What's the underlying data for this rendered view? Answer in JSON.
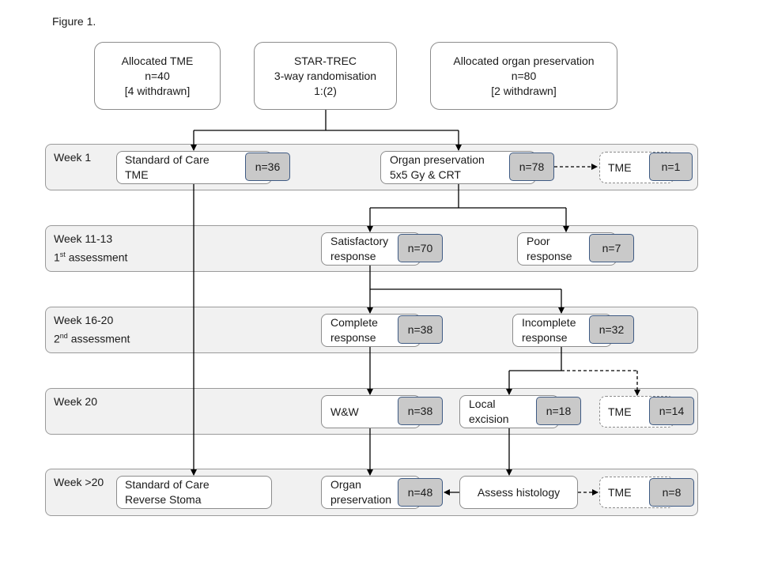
{
  "figure_label": "Figure 1.",
  "top": {
    "left": [
      "Allocated TME",
      "n=40",
      "[4 withdrawn]"
    ],
    "center": [
      "STAR-TREC",
      "3-way randomisation",
      "1:(2)"
    ],
    "right": [
      "Allocated organ preservation",
      "n=80",
      "[2 withdrawn]"
    ]
  },
  "weeks": {
    "w1": "Week 1",
    "w11_title": "Week 11-13",
    "w11_sub_num": "1",
    "w11_sub_sup": "st",
    "w11_sub_rest": " assessment",
    "w16_title": "Week 16-20",
    "w16_sub_num": "2",
    "w16_sub_sup": "nd",
    "w16_sub_rest": " assessment",
    "w20": "Week 20",
    "w20plus": "Week >20"
  },
  "boxes": {
    "soc_tme": [
      "Standard of Care",
      "TME"
    ],
    "soc_tme_n": "n=36",
    "organ_pres": [
      "Organ preservation",
      "5x5 Gy & CRT"
    ],
    "organ_pres_n": "n=78",
    "tme1": "TME",
    "tme1_n": "n=1",
    "satisfactory": [
      "Satisfactory",
      "response"
    ],
    "satisfactory_n": "n=70",
    "poor": [
      "Poor",
      "response"
    ],
    "poor_n": "n=7",
    "complete": [
      "Complete",
      "response"
    ],
    "complete_n": "n=38",
    "incomplete": [
      "Incomplete",
      "response"
    ],
    "incomplete_n": "n=32",
    "ww": "W&W",
    "ww_n": "n=38",
    "local": [
      "Local",
      "excision"
    ],
    "local_n": "n=18",
    "tme14": "TME",
    "tme14_n": "n=14",
    "soc_reverse": [
      "Standard of Care",
      "Reverse Stoma"
    ],
    "organ_final": [
      "Organ",
      "preservation"
    ],
    "organ_final_n": "n=48",
    "assess": "Assess histology",
    "tme8": "TME",
    "tme8_n": "n=8"
  }
}
